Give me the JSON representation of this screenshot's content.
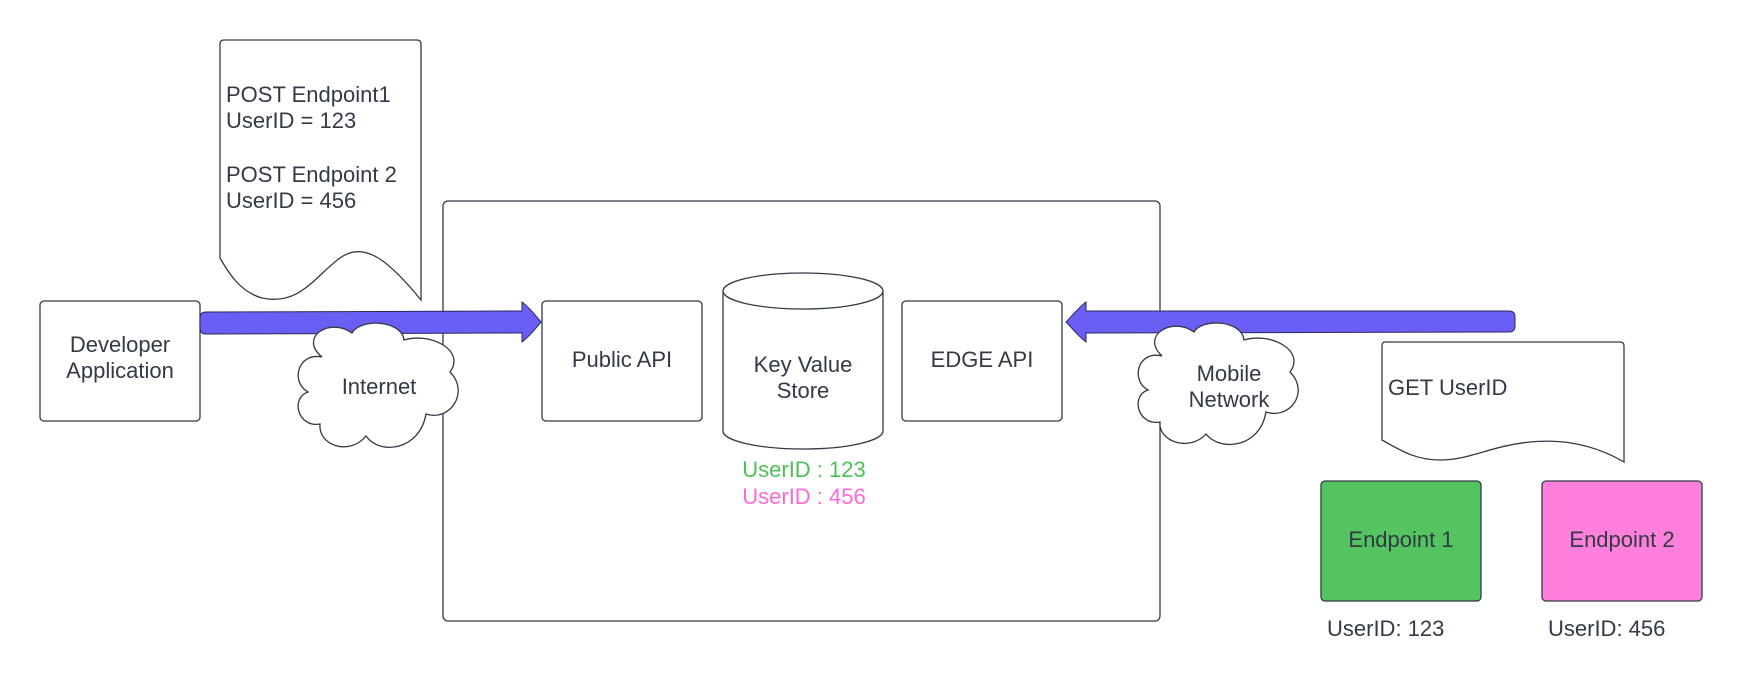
{
  "developer_app": {
    "line1": "Developer",
    "line2": "Application"
  },
  "post_note": {
    "line1": "POST  Endpoint1",
    "line2": "UserID = 123",
    "line3": "POST Endpoint 2",
    "line4": "UserID = 456"
  },
  "internet_cloud": {
    "label": "Internet"
  },
  "public_api": {
    "label": "Public API"
  },
  "kv_store": {
    "line1": "Key Value",
    "line2": "Store",
    "entries": [
      {
        "text": "UserID : 123",
        "color": "#4fbf5a"
      },
      {
        "text": "UserID : 456",
        "color": "#ff6ad5"
      }
    ]
  },
  "edge_api": {
    "label": "EDGE API"
  },
  "mobile_cloud": {
    "line1": "Mobile",
    "line2": "Network"
  },
  "get_note": {
    "label": "GET UserID"
  },
  "endpoints": [
    {
      "label": "Endpoint 1",
      "caption": "UserID: 123",
      "color": "#53c45f"
    },
    {
      "label": "Endpoint 2",
      "caption": "UserID: 456",
      "color": "#ff80dc"
    }
  ],
  "arrow_color": "#6b5ef5"
}
